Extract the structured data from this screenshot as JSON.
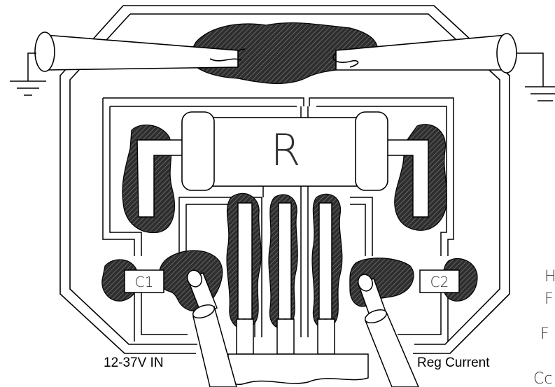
{
  "diagram": {
    "colors": {
      "line": "#000000",
      "solder": "#2e2e2e",
      "hatch": "#6b6b6b",
      "background": "#ffffff"
    },
    "components": {
      "resistor_label": "R",
      "cap1_label": "C1",
      "cap2_label": "C2"
    },
    "labels": {
      "input": "12-37V IN",
      "output": "Reg Current"
    },
    "partial_text": {
      "edge1": "H",
      "edge2": "F",
      "edge3": "F",
      "edge4": "Cc"
    }
  }
}
